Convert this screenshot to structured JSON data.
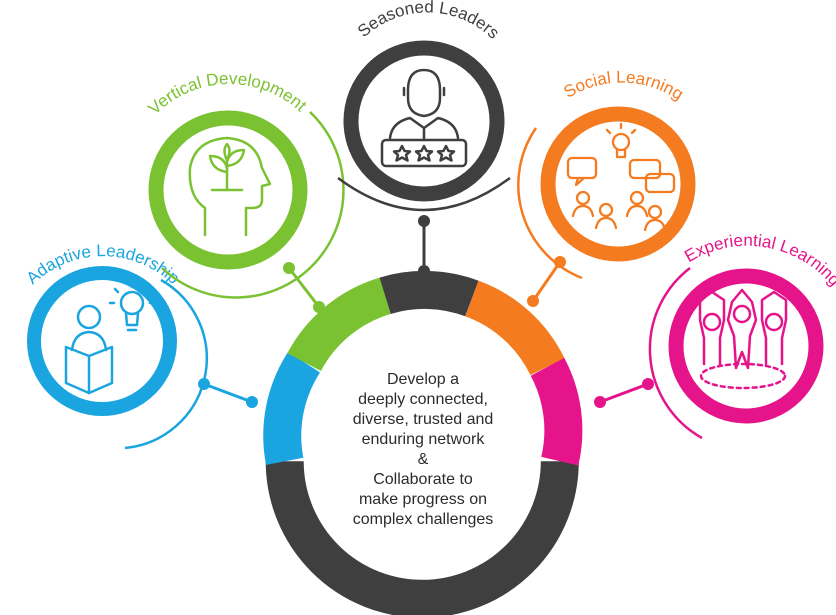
{
  "colors": {
    "dark": "#3f3f3f",
    "green": "#7ac231",
    "orange": "#f47b20",
    "magenta": "#e5148b",
    "blue": "#1aa5e0",
    "text": "#2b2b2b"
  },
  "center": {
    "line1": "Develop a",
    "line2": "deeply connected,",
    "line3": "diverse, trusted and",
    "line4": "enduring network",
    "line5": "&",
    "line6": "Collaborate to",
    "line7": "make progress on",
    "line8": "complex challenges"
  },
  "nodes": [
    {
      "label": "Adaptive Leadership",
      "color": "#1aa5e0",
      "icon": "reading-person-lightbulb-icon"
    },
    {
      "label": "Vertical Development",
      "color": "#7ac231",
      "icon": "head-with-plant-icon"
    },
    {
      "label": "Seasoned Leaders",
      "color": "#3f3f3f",
      "icon": "leader-with-stars-icon"
    },
    {
      "label": "Social Learning",
      "color": "#f47b20",
      "icon": "group-discussion-icon"
    },
    {
      "label": "Experiential Learning",
      "color": "#e5148b",
      "icon": "team-raising-hands-icon"
    }
  ]
}
